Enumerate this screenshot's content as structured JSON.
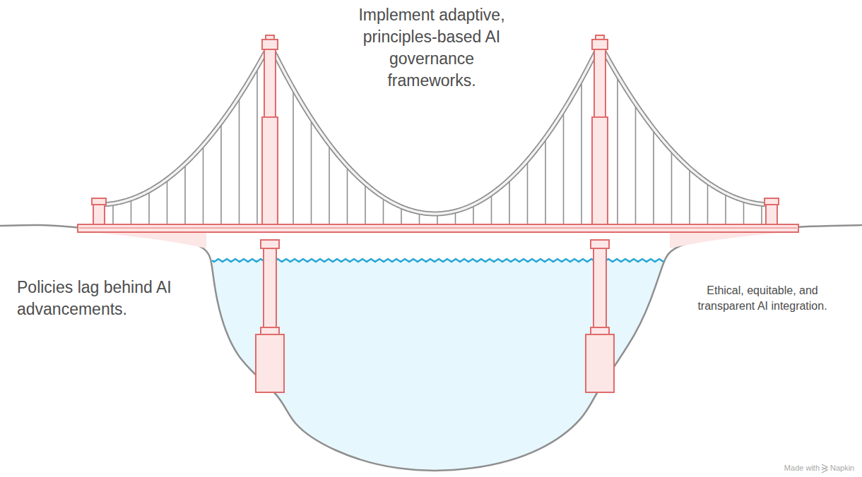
{
  "diagram": {
    "labels": [
      "Implement adaptive, principles-based AI governance frameworks.",
      "Policies lag behind AI advancements.",
      "Ethical, equitable, and transparent AI integration.",
      "Made with",
      "Napkin"
    ]
  }
}
